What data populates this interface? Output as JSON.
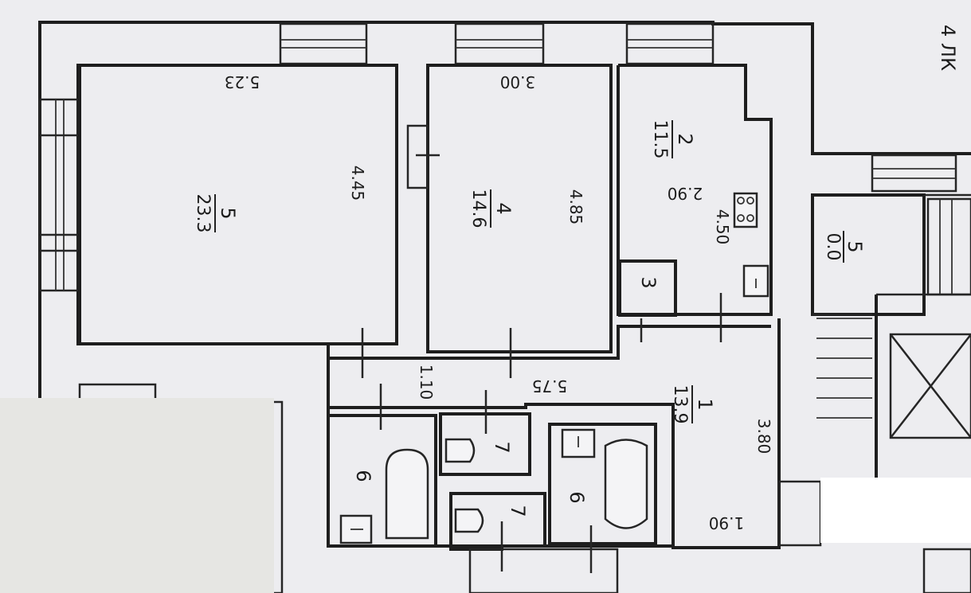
{
  "plan": {
    "corner_tag": "4 ЛК",
    "rooms": [
      {
        "id": "room-living",
        "number": "5",
        "area": "23.3"
      },
      {
        "id": "room-bedroom",
        "number": "4",
        "area": "14.6"
      },
      {
        "id": "room-kitchen",
        "number": "2",
        "area": "11.5"
      },
      {
        "id": "room-hall",
        "number": "1",
        "area": "13.9"
      },
      {
        "id": "room-neighbor",
        "number": "5",
        "area": "0.0"
      }
    ],
    "small_rooms": [
      {
        "id": "closet",
        "number": "3"
      },
      {
        "id": "bath-left",
        "number": "6"
      },
      {
        "id": "wc-top",
        "number": "7"
      },
      {
        "id": "wc-bottom",
        "number": "7"
      },
      {
        "id": "bath-right",
        "number": "6"
      }
    ],
    "dimensions": {
      "living_width": "5.23",
      "living_depth": "4.45",
      "bedroom_width": "3.00",
      "bedroom_depth": "4.85",
      "kitchen_width": "2.90",
      "kitchen_depth": "4.50",
      "corridor_width": "1.10",
      "corridor_length": "5.75",
      "hall_depth": "3.80",
      "hall_width": "1.90"
    }
  }
}
